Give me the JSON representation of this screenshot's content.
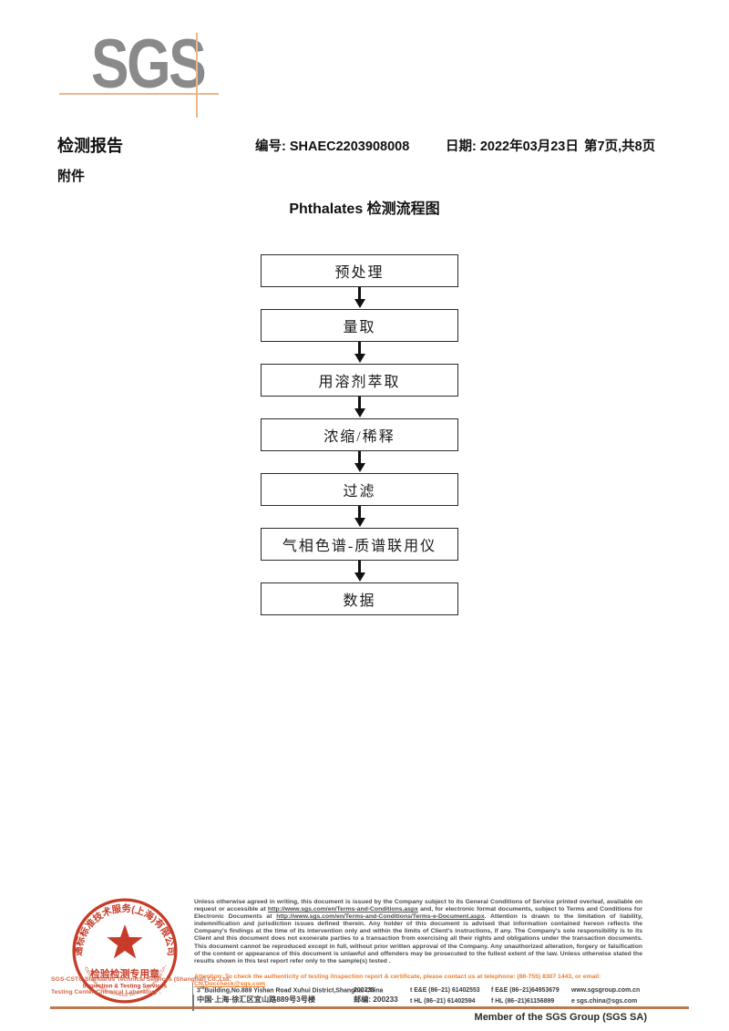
{
  "logo": {
    "text": "SGS"
  },
  "header": {
    "report_title": "检测报告",
    "number_label": "编号: ",
    "number_value": "SHAEC2203908008",
    "date_label": "日期: ",
    "date_value": "2022年03月23日",
    "page_info": "第7页,共8页",
    "attachment_label": "附件"
  },
  "flowchart": {
    "title": "Phthalates 检测流程图",
    "steps": [
      "预处理",
      "量取",
      "用溶剂萃取",
      "浓缩/稀释",
      "过滤",
      "气相色谱-质谱联用仪",
      "数据"
    ]
  },
  "stamp": {
    "arc_text": "通标标准技术服务(上海)有限公司",
    "line1": "检验检测专用章",
    "line2": "Inspection & Testing Services",
    "company_line1": "SGS-CSTC Standards Technical Services (Shanghai) Co.,Ltd.",
    "company_line2": "Testing Center-Chemical Laboratory ."
  },
  "footer": {
    "legal_p1": "Unless otherwise agreed in writing, this document is issued by the Company subject to its General Conditions of Service printed overleaf, available on request or accessible at ",
    "legal_link1": "http://www.sgs.com/en/Terms-and-Conditions.aspx",
    "legal_p2": " and, for electronic format documents, subject to Terms and Conditions for Electronic Documents at ",
    "legal_link2": "http://www.sgs.com/en/Terms-and-Conditions/Terms-e-Document.aspx",
    "legal_p3": ". Attention is drawn to the limitation of liability, indemnification and jurisdiction issues defined therein. Any holder of this document is advised that information contained hereon reflects the Company's findings at the time of its intervention only and within the limits of Client's instructions, if any. The Company's sole responsibility is to its Client and this document does not exonerate parties to a transaction from exercising all their rights and obligations under the transaction documents. This document cannot be reproduced except in full, without prior written approval of the Company. Any unauthorized alteration, forgery or falsification of the content or appearance of this document is unlawful and offenders may be prosecuted to the fullest extent of the law. Unless otherwise stated the results shown in this test report refer only to the sample(s) tested .",
    "attention_p1": "Attention: To check the authenticity of testing /inspection report & certificate, please contact us at telephone: (86-755) 8307 1443, or email: ",
    "attention_email": "CN.Doccheck@sgs.com",
    "addr1_num": "3",
    "addr1_sup": "rd",
    "addr1_main": "Building,No.889 Yishan Road Xuhui District,Shanghai China",
    "addr1_post": "200233",
    "addr1_t": "t E&E (86–21) 61402553",
    "addr1_f": "f E&E (86–21)64953679",
    "addr1_web": "www.sgsgroup.com.cn",
    "addr2_main": "中国·上海·徐汇区宜山路889号3号楼",
    "addr2_post": "邮编: 200233",
    "addr2_t": "t HL (86–21) 61402594",
    "addr2_f": "f HL (86–21)61156899",
    "addr2_web": "e  sgs.china@sgs.com",
    "member_text": "Member of the SGS Group (SGS SA)"
  },
  "colors": {
    "logo_gray": "#8a8a8a",
    "logo_peach": "#eab68e",
    "seal_red": "#c63c28",
    "caption_red": "#d06b4e",
    "attention_orange": "#ef7d2c",
    "rule_tan": "#bd7a50"
  }
}
